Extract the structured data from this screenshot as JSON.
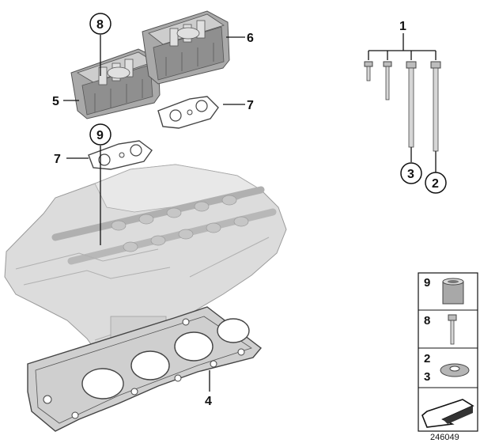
{
  "callouts": {
    "c1": "1",
    "c2": "2",
    "c3": "3",
    "c4": "4",
    "c5": "5",
    "c6": "6",
    "c7a": "7",
    "c7b": "7",
    "c8": "8",
    "c9": "9"
  },
  "legend": {
    "row1": "9",
    "row2": "8",
    "row3_top": "2",
    "row3_bottom": "3"
  },
  "drawing_id": "246049",
  "colors": {
    "line": "#111111",
    "part_fill": "#d8d8d8",
    "part_dark": "#8a8a8a",
    "gasket_fill": "#9a9a9a",
    "legend_arrow": "#ffffff"
  }
}
